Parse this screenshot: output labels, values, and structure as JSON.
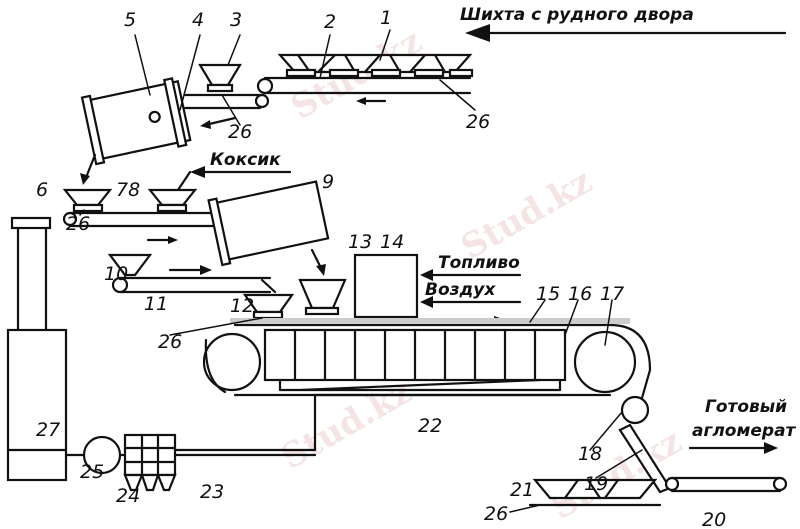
{
  "watermark": "Stud.kz",
  "captions": {
    "charge": "Шихта с рудного двора",
    "coke": "Коксик",
    "fuel": "Топливо",
    "air": "Воздух",
    "sinter_1": "Готовый",
    "sinter_2": "агломерат"
  },
  "numbers": {
    "n1": "1",
    "n2": "2",
    "n3": "3",
    "n4": "4",
    "n5": "5",
    "n6": "6",
    "n78": "78",
    "n9": "9",
    "n10": "10",
    "n11": "11",
    "n12": "12",
    "n13": "13",
    "n14": "14",
    "n15": "15",
    "n16": "16",
    "n17": "17",
    "n18": "18",
    "n19": "19",
    "n20": "20",
    "n21": "21",
    "n22": "22",
    "n23": "23",
    "n24": "24",
    "n25": "25",
    "n26a": "26",
    "n26b": "26",
    "n26c": "26",
    "n26d": "26",
    "n26e": "26",
    "n27": "27"
  }
}
